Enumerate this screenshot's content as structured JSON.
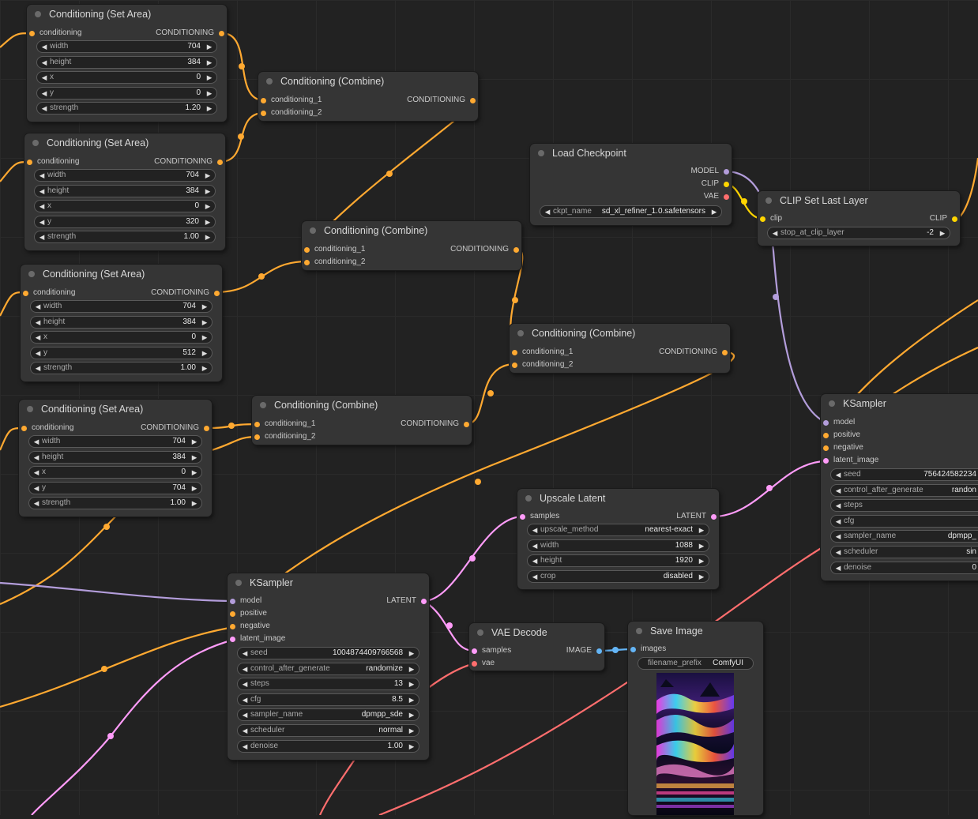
{
  "colors": {
    "background": "#222222",
    "node_bg": "#353535",
    "conditioning": "#ffa931",
    "model": "#b39ddb",
    "clip": "#ffd500",
    "vae": "#ff6e6e",
    "latent": "#ff9cf9",
    "image": "#64b5f6"
  },
  "set_area_1": {
    "title": "Conditioning (Set Area)",
    "in": "conditioning",
    "out": "CONDITIONING",
    "width_label": "width",
    "width": "704",
    "height_label": "height",
    "height": "384",
    "x_label": "x",
    "x": "0",
    "y_label": "y",
    "y": "0",
    "strength_label": "strength",
    "strength": "1.20"
  },
  "set_area_2": {
    "title": "Conditioning (Set Area)",
    "in": "conditioning",
    "out": "CONDITIONING",
    "width_label": "width",
    "width": "704",
    "height_label": "height",
    "height": "384",
    "x_label": "x",
    "x": "0",
    "y_label": "y",
    "y": "320",
    "strength_label": "strength",
    "strength": "1.00"
  },
  "set_area_3": {
    "title": "Conditioning (Set Area)",
    "in": "conditioning",
    "out": "CONDITIONING",
    "width_label": "width",
    "width": "704",
    "height_label": "height",
    "height": "384",
    "x_label": "x",
    "x": "0",
    "y_label": "y",
    "y": "512",
    "strength_label": "strength",
    "strength": "1.00"
  },
  "set_area_4": {
    "title": "Conditioning (Set Area)",
    "in": "conditioning",
    "out": "CONDITIONING",
    "width_label": "width",
    "width": "704",
    "height_label": "height",
    "height": "384",
    "x_label": "x",
    "x": "0",
    "y_label": "y",
    "y": "704",
    "strength_label": "strength",
    "strength": "1.00"
  },
  "combine_1": {
    "title": "Conditioning (Combine)",
    "in1": "conditioning_1",
    "in2": "conditioning_2",
    "out": "CONDITIONING"
  },
  "combine_2": {
    "title": "Conditioning (Combine)",
    "in1": "conditioning_1",
    "in2": "conditioning_2",
    "out": "CONDITIONING"
  },
  "combine_3": {
    "title": "Conditioning (Combine)",
    "in1": "conditioning_1",
    "in2": "conditioning_2",
    "out": "CONDITIONING"
  },
  "combine_4": {
    "title": "Conditioning (Combine)",
    "in1": "conditioning_1",
    "in2": "conditioning_2",
    "out": "CONDITIONING"
  },
  "load_checkpoint": {
    "title": "Load Checkpoint",
    "out_model": "MODEL",
    "out_clip": "CLIP",
    "out_vae": "VAE",
    "ckpt_label": "ckpt_name",
    "ckpt_value": "sd_xl_refiner_1.0.safetensors"
  },
  "clip_set_last": {
    "title": "CLIP Set Last Layer",
    "in": "clip",
    "out": "CLIP",
    "stop_label": "stop_at_clip_layer",
    "stop_value": "-2"
  },
  "ksampler_right": {
    "title": "KSampler",
    "in_model": "model",
    "in_positive": "positive",
    "in_negative": "negative",
    "in_latent": "latent_image",
    "seed_label": "seed",
    "seed_value": "756424582234",
    "cag_label": "control_after_generate",
    "cag_value": "randon",
    "steps_label": "steps",
    "cfg_label": "cfg",
    "sampler_label": "sampler_name",
    "sampler_value": "dpmpp_",
    "scheduler_label": "scheduler",
    "scheduler_value": "sin",
    "denoise_label": "denoise",
    "denoise_value": "0"
  },
  "upscale_latent": {
    "title": "Upscale Latent",
    "in": "samples",
    "out": "LATENT",
    "method_label": "upscale_method",
    "method_value": "nearest-exact",
    "width_label": "width",
    "width": "1088",
    "height_label": "height",
    "height": "1920",
    "crop_label": "crop",
    "crop_value": "disabled"
  },
  "ksampler": {
    "title": "KSampler",
    "in_model": "model",
    "in_positive": "positive",
    "in_negative": "negative",
    "in_latent": "latent_image",
    "out": "LATENT",
    "seed_label": "seed",
    "seed_value": "1004874409766568",
    "cag_label": "control_after_generate",
    "cag_value": "randomize",
    "steps_label": "steps",
    "steps_value": "13",
    "cfg_label": "cfg",
    "cfg_value": "8.5",
    "sampler_label": "sampler_name",
    "sampler_value": "dpmpp_sde",
    "scheduler_label": "scheduler",
    "scheduler_value": "normal",
    "denoise_label": "denoise",
    "denoise_value": "1.00"
  },
  "vae_decode": {
    "title": "VAE Decode",
    "in_samples": "samples",
    "in_vae": "vae",
    "out": "IMAGE"
  },
  "save_image": {
    "title": "Save Image",
    "in": "images",
    "prefix_label": "filename_prefix",
    "prefix_value": "ComfyUI"
  }
}
